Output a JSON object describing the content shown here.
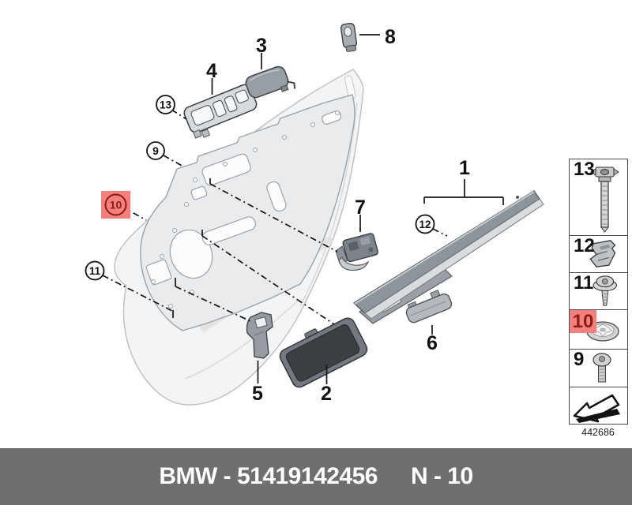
{
  "callouts": {
    "c1": "1",
    "c2": "2",
    "c3": "3",
    "c4": "4",
    "c5": "5",
    "c6": "6",
    "c7": "7",
    "c8": "8",
    "c9": "9",
    "c10": "10",
    "c11": "11",
    "c12": "12",
    "c13": "13"
  },
  "sidebar": {
    "items": [
      {
        "label": "13",
        "icon": "expansion-rivet-icon",
        "highlighted": false
      },
      {
        "label": "12",
        "icon": "spring-clip-icon",
        "highlighted": false
      },
      {
        "label": "11",
        "icon": "screw-with-washer-icon",
        "highlighted": false
      },
      {
        "label": "10",
        "icon": "push-on-washer-icon",
        "highlighted": true
      },
      {
        "label": "9",
        "icon": "torx-screw-icon",
        "highlighted": false
      },
      {
        "label": "",
        "icon": "direction-arrow-icon",
        "highlighted": false
      }
    ],
    "diagram_code": "442686"
  },
  "footer": {
    "part_label": "BMW - 51419142456",
    "page_label": "N - 10"
  },
  "colors": {
    "highlight_bg": "#f4807d",
    "highlight_fg": "#8f1b14",
    "footer_bg": "#6f6f6f",
    "footer_fg": "#ffffff",
    "line": "#141414"
  }
}
